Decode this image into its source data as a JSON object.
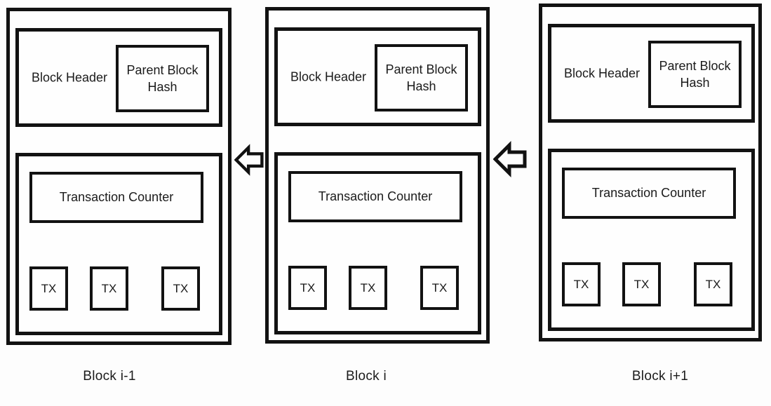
{
  "figure": {
    "type": "blockchain-structure-diagram",
    "colors": {
      "line": "#121212",
      "background": "#fdfdfd",
      "text": "#1b1b1b"
    },
    "arrows": [
      {
        "icon": "left-block-arrow",
        "direction": "left",
        "from": "block-i",
        "to": "block-i-1"
      },
      {
        "icon": "left-block-arrow",
        "direction": "left",
        "from": "block-i-plus-1",
        "to": "block-i"
      }
    ]
  },
  "blocks": [
    {
      "name": "Block i-1",
      "header": "Block Header",
      "parent_hash": "Parent Block Hash",
      "tx_counter": "Transaction Counter",
      "txs": [
        "TX",
        "TX",
        "TX"
      ]
    },
    {
      "name": "Block i",
      "header": "Block Header",
      "parent_hash": "Parent Block Hash",
      "tx_counter": "Transaction Counter",
      "txs": [
        "TX",
        "TX",
        "TX"
      ]
    },
    {
      "name": "Block i+1",
      "header": "Block Header",
      "parent_hash": "Parent Block Hash",
      "tx_counter": "Transaction Counter",
      "txs": [
        "TX",
        "TX",
        "TX"
      ]
    }
  ]
}
